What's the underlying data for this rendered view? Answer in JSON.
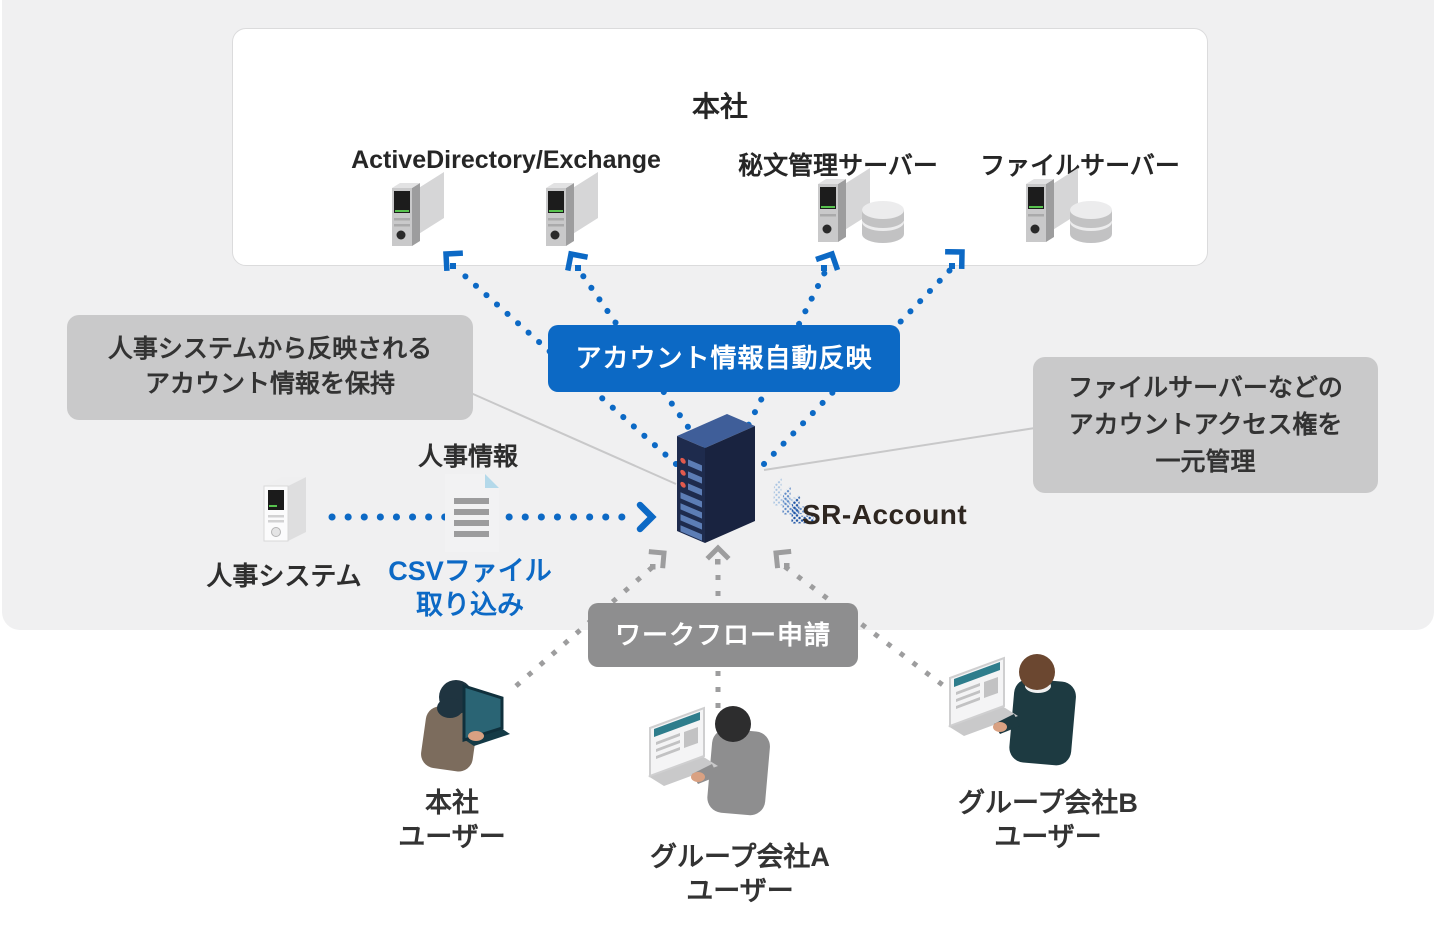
{
  "colors": {
    "accent_blue": "#0c69c5",
    "panel_gray": "#f0f0f1",
    "callout_gray": "#c9c9ca",
    "workflow_gray": "#8e8e8f",
    "dotted_gray": "#9d9d9e",
    "text_dark": "#262626",
    "server_navy": "#1e2b4d",
    "server_top_blue": "#3f5e99",
    "led_red": "#e25a4d"
  },
  "headquarters": {
    "title": "本社",
    "server_labels": [
      "ActiveDirectory/Exchange",
      "秘文管理サーバー",
      "ファイルサーバー"
    ]
  },
  "callout_left": {
    "line1": "人事システムから反映される",
    "line2": "アカウント情報を保持"
  },
  "callout_right": {
    "line1": "ファイルサーバーなどの",
    "line2": "アカウントアクセス権を",
    "line3": "一元管理"
  },
  "auto_reflect": {
    "label": "アカウント情報自動反映"
  },
  "workflow": {
    "label": "ワークフロー申請"
  },
  "hr": {
    "info_label": "人事情報",
    "system_label": "人事システム",
    "csv_line1": "CSVファイル",
    "csv_line2": "取り込み"
  },
  "product": {
    "logo_text": "SR-Account"
  },
  "users": {
    "hq": {
      "line1": "本社",
      "line2": "ユーザー"
    },
    "group_a": {
      "line1": "グループ会社A",
      "line2": "ユーザー"
    },
    "group_b": {
      "line1": "グループ会社B",
      "line2": "ユーザー"
    }
  },
  "icons": {
    "server": "server-tower-with-panel",
    "server_db": "server-tower-with-database",
    "hr_server": "white-server-tower",
    "document": "csv-document",
    "sr_server": "navy-rack-server",
    "logo_mark": "halftone-cube-arrow",
    "users": "person-at-laptop"
  }
}
